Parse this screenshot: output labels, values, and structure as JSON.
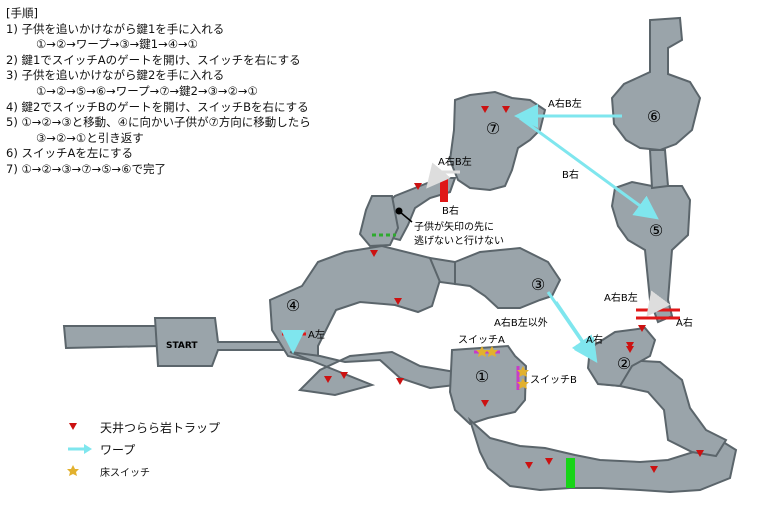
{
  "procedure": {
    "header": "[手順]",
    "lines": [
      {
        "text": "1) 子供を追いかけながら鍵1を手に入れる",
        "indent": false
      },
      {
        "text": "①→②→ワープ→③→鍵1→④→①",
        "indent": true
      },
      {
        "text": "2) 鍵1でスイッチAのゲートを開け、スイッチを右にする",
        "indent": false
      },
      {
        "text": "3) 子供を追いかけながら鍵2を手に入れる",
        "indent": false
      },
      {
        "text": "①→②→⑤→⑥→ワープ→⑦→鍵2→③→②→①",
        "indent": true
      },
      {
        "text": "4) 鍵2でスイッチBのゲートを開け、スイッチBを右にする",
        "indent": false
      },
      {
        "text": "5) ①→②→③と移動、④に向かい子供が⑦方向に移動したら",
        "indent": false
      },
      {
        "text": "③→②→①と引き返す",
        "indent": true
      },
      {
        "text": "6) スイッチAを左にする",
        "indent": false
      },
      {
        "text": "7) ①→②→③→⑦→⑤→⑥で完了",
        "indent": false
      }
    ]
  },
  "map": {
    "start": "START",
    "points": [
      "①",
      "②",
      "③",
      "④",
      "⑤",
      "⑥",
      "⑦"
    ],
    "labels": {
      "a_left_1": "A左",
      "a_right_b_left_warp": "A右B左",
      "b_right_warp": "B右",
      "a_right_b_left_7": "A右B左",
      "b_right_7": "B右",
      "child_note_1": "子供が矢印の先に",
      "child_note_2": "逃げないと行けない",
      "a_right_b_left_not": "A右B左以外",
      "a_right_3": "A右",
      "a_right_b_left_5": "A右B左",
      "a_right_5": "A右",
      "switch_a": "スイッチA",
      "switch_b": "スイッチB"
    }
  },
  "legend": {
    "trap": "天井つらら岩トラップ",
    "warp": "ワープ",
    "floor_switch": "床スイッチ"
  },
  "colors": {
    "floor": "#9aa4aa",
    "wall": "#5b656b",
    "trap": "#cc1111",
    "warp": "#7fe6ee",
    "gate_red": "#e01818",
    "gate_magenta": "#c83cc8",
    "gate_green": "#17d417",
    "star": "#e2b12e",
    "dotted_green": "#2eaa2e"
  }
}
